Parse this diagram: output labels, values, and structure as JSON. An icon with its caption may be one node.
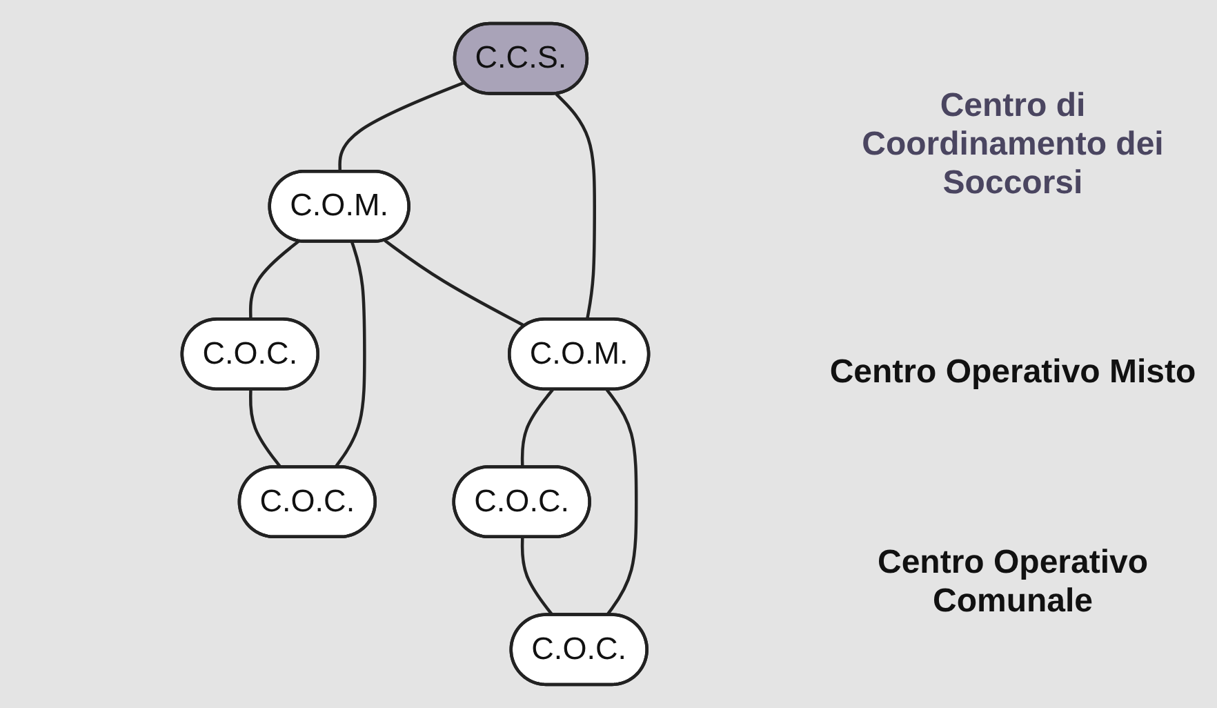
{
  "diagram": {
    "nodes": [
      {
        "text": [
          "C.C.S."
        ]
      },
      {
        "text": [
          "C.O.M."
        ]
      },
      {
        "text": [
          "C.O.M."
        ]
      },
      {
        "text": [
          "C.O.C."
        ]
      },
      {
        "text": [
          "C.O.C."
        ]
      },
      {
        "text": [
          "C.O.C."
        ]
      },
      {
        "text": [
          "C.O.C."
        ]
      }
    ],
    "edges": [
      {
        "from": 0,
        "to": 1,
        "arrow": "none"
      },
      {
        "from": 0,
        "to": 2,
        "arrow": "none"
      },
      {
        "from": 1,
        "to": 2,
        "arrow": "none"
      },
      {
        "from": 1,
        "to": 3,
        "arrow": "none"
      },
      {
        "from": 1,
        "to": 4,
        "arrow": "none"
      },
      {
        "from": 3,
        "to": 4,
        "arrow": "none"
      },
      {
        "from": 2,
        "to": 5,
        "arrow": "none"
      },
      {
        "from": 2,
        "to": 6,
        "arrow": "none"
      },
      {
        "from": 5,
        "to": 6,
        "arrow": "none"
      }
    ],
    "labels": [
      "Centro di Coordinamento dei Soccorsi",
      "Centro Operativo Misto",
      "Centro Operativo Comunale"
    ]
  }
}
